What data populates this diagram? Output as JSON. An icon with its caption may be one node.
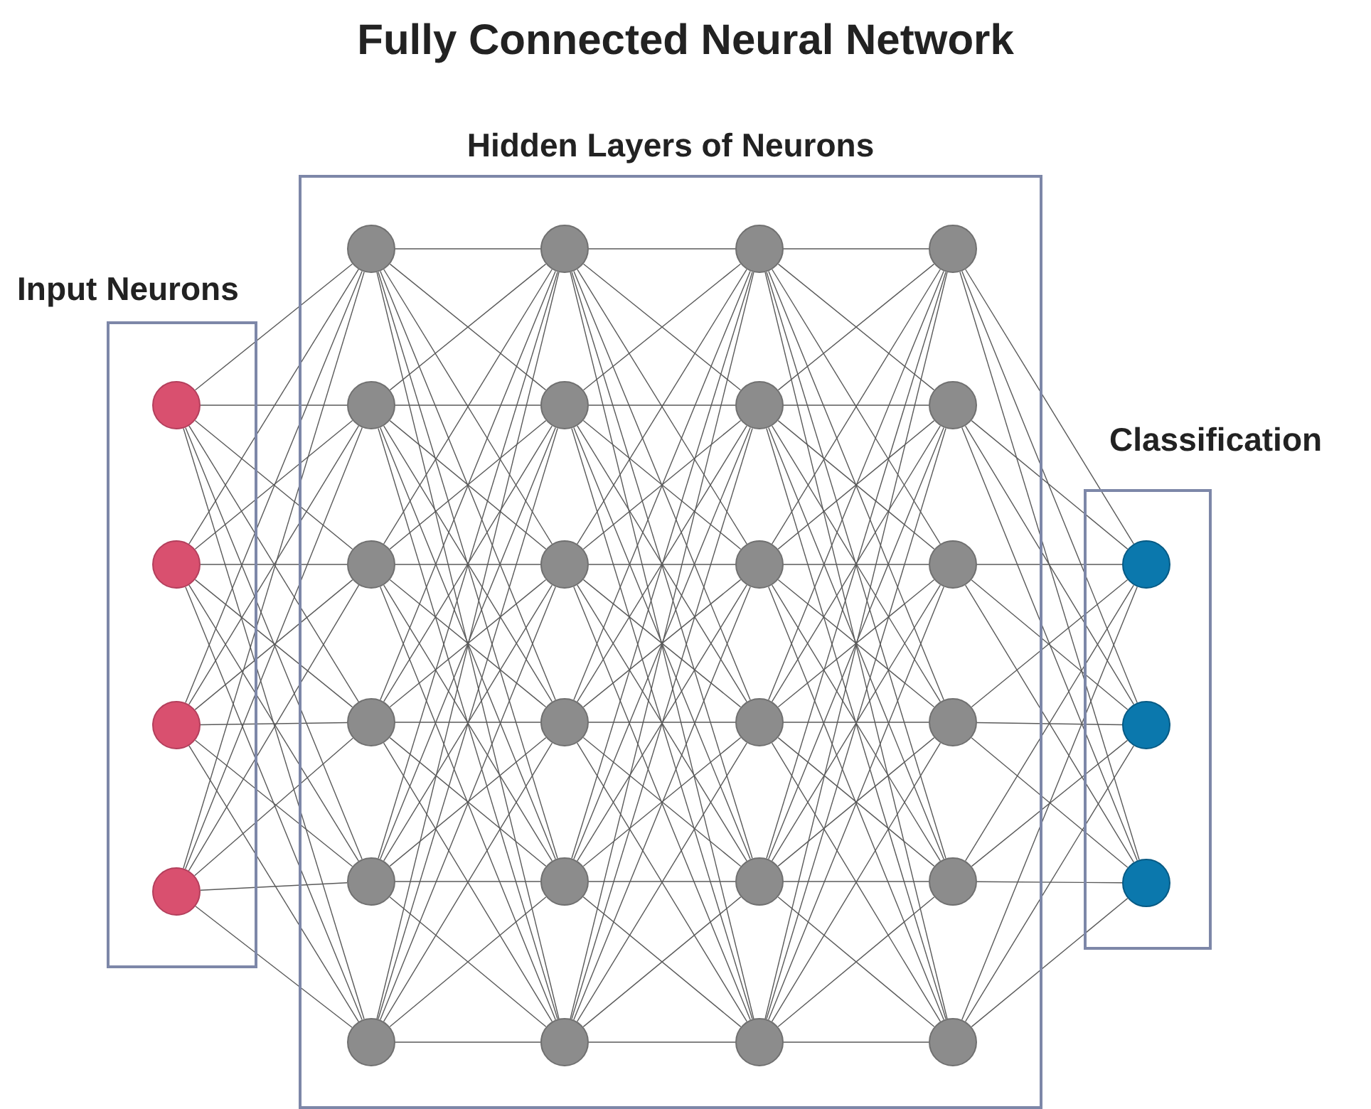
{
  "diagram": {
    "title": "Fully Connected Neural Network",
    "nodes": [
      {
        "text": [
          "Input Neurons"
        ]
      },
      {
        "text": [],
        "shape": "circle",
        "in": 0
      },
      {
        "text": [],
        "shape": "circle",
        "in": 0
      },
      {
        "text": [],
        "shape": "circle",
        "in": 0
      },
      {
        "text": [],
        "shape": "circle",
        "in": 0
      },
      {
        "text": [
          "Hidden Layers of Neurons"
        ]
      },
      {
        "text": [],
        "shape": "circle",
        "in": 5
      },
      {
        "text": [],
        "shape": "circle",
        "in": 5
      },
      {
        "text": [],
        "shape": "circle",
        "in": 5
      },
      {
        "text": [],
        "shape": "circle",
        "in": 5
      },
      {
        "text": [],
        "shape": "circle",
        "in": 5
      },
      {
        "text": [],
        "shape": "circle",
        "in": 5
      },
      {
        "text": [],
        "shape": "circle",
        "in": 5
      },
      {
        "text": [],
        "shape": "circle",
        "in": 5
      },
      {
        "text": [],
        "shape": "circle",
        "in": 5
      },
      {
        "text": [],
        "shape": "circle",
        "in": 5
      },
      {
        "text": [],
        "shape": "circle",
        "in": 5
      },
      {
        "text": [],
        "shape": "circle",
        "in": 5
      },
      {
        "text": [],
        "shape": "circle",
        "in": 5
      },
      {
        "text": [],
        "shape": "circle",
        "in": 5
      },
      {
        "text": [],
        "shape": "circle",
        "in": 5
      },
      {
        "text": [],
        "shape": "circle",
        "in": 5
      },
      {
        "text": [],
        "shape": "circle",
        "in": 5
      },
      {
        "text": [],
        "shape": "circle",
        "in": 5
      },
      {
        "text": [],
        "shape": "circle",
        "in": 5
      },
      {
        "text": [],
        "shape": "circle",
        "in": 5
      },
      {
        "text": [],
        "shape": "circle",
        "in": 5
      },
      {
        "text": [],
        "shape": "circle",
        "in": 5
      },
      {
        "text": [],
        "shape": "circle",
        "in": 5
      },
      {
        "text": [],
        "shape": "circle",
        "in": 5
      },
      {
        "text": [
          "Classification"
        ]
      },
      {
        "text": [],
        "shape": "circle",
        "in": 30
      },
      {
        "text": [],
        "shape": "circle",
        "in": 30
      },
      {
        "text": [],
        "shape": "circle",
        "in": 30
      }
    ],
    "edges": [
      {
        "from": 1,
        "to": 6,
        "arrow": "none"
      },
      {
        "from": 1,
        "to": 7,
        "arrow": "none"
      },
      {
        "from": 1,
        "to": 8,
        "arrow": "none"
      },
      {
        "from": 1,
        "to": 9,
        "arrow": "none"
      },
      {
        "from": 1,
        "to": 10,
        "arrow": "none"
      },
      {
        "from": 1,
        "to": 11,
        "arrow": "none"
      },
      {
        "from": 2,
        "to": 6,
        "arrow": "none"
      },
      {
        "from": 2,
        "to": 7,
        "arrow": "none"
      },
      {
        "from": 2,
        "to": 8,
        "arrow": "none"
      },
      {
        "from": 2,
        "to": 9,
        "arrow": "none"
      },
      {
        "from": 2,
        "to": 10,
        "arrow": "none"
      },
      {
        "from": 2,
        "to": 11,
        "arrow": "none"
      },
      {
        "from": 3,
        "to": 6,
        "arrow": "none"
      },
      {
        "from": 3,
        "to": 7,
        "arrow": "none"
      },
      {
        "from": 3,
        "to": 8,
        "arrow": "none"
      },
      {
        "from": 3,
        "to": 9,
        "arrow": "none"
      },
      {
        "from": 3,
        "to": 10,
        "arrow": "none"
      },
      {
        "from": 3,
        "to": 11,
        "arrow": "none"
      },
      {
        "from": 4,
        "to": 6,
        "arrow": "none"
      },
      {
        "from": 4,
        "to": 7,
        "arrow": "none"
      },
      {
        "from": 4,
        "to": 8,
        "arrow": "none"
      },
      {
        "from": 4,
        "to": 9,
        "arrow": "none"
      },
      {
        "from": 4,
        "to": 10,
        "arrow": "none"
      },
      {
        "from": 4,
        "to": 11,
        "arrow": "none"
      },
      {
        "from": 6,
        "to": 12,
        "arrow": "none"
      },
      {
        "from": 6,
        "to": 13,
        "arrow": "none"
      },
      {
        "from": 6,
        "to": 14,
        "arrow": "none"
      },
      {
        "from": 6,
        "to": 15,
        "arrow": "none"
      },
      {
        "from": 6,
        "to": 16,
        "arrow": "none"
      },
      {
        "from": 6,
        "to": 17,
        "arrow": "none"
      },
      {
        "from": 7,
        "to": 12,
        "arrow": "none"
      },
      {
        "from": 7,
        "to": 13,
        "arrow": "none"
      },
      {
        "from": 7,
        "to": 14,
        "arrow": "none"
      },
      {
        "from": 7,
        "to": 15,
        "arrow": "none"
      },
      {
        "from": 7,
        "to": 16,
        "arrow": "none"
      },
      {
        "from": 7,
        "to": 17,
        "arrow": "none"
      },
      {
        "from": 8,
        "to": 12,
        "arrow": "none"
      },
      {
        "from": 8,
        "to": 13,
        "arrow": "none"
      },
      {
        "from": 8,
        "to": 14,
        "arrow": "none"
      },
      {
        "from": 8,
        "to": 15,
        "arrow": "none"
      },
      {
        "from": 8,
        "to": 16,
        "arrow": "none"
      },
      {
        "from": 8,
        "to": 17,
        "arrow": "none"
      },
      {
        "from": 9,
        "to": 12,
        "arrow": "none"
      },
      {
        "from": 9,
        "to": 13,
        "arrow": "none"
      },
      {
        "from": 9,
        "to": 14,
        "arrow": "none"
      },
      {
        "from": 9,
        "to": 15,
        "arrow": "none"
      },
      {
        "from": 9,
        "to": 16,
        "arrow": "none"
      },
      {
        "from": 9,
        "to": 17,
        "arrow": "none"
      },
      {
        "from": 10,
        "to": 12,
        "arrow": "none"
      },
      {
        "from": 10,
        "to": 13,
        "arrow": "none"
      },
      {
        "from": 10,
        "to": 14,
        "arrow": "none"
      },
      {
        "from": 10,
        "to": 15,
        "arrow": "none"
      },
      {
        "from": 10,
        "to": 16,
        "arrow": "none"
      },
      {
        "from": 10,
        "to": 17,
        "arrow": "none"
      },
      {
        "from": 11,
        "to": 12,
        "arrow": "none"
      },
      {
        "from": 11,
        "to": 13,
        "arrow": "none"
      },
      {
        "from": 11,
        "to": 14,
        "arrow": "none"
      },
      {
        "from": 11,
        "to": 15,
        "arrow": "none"
      },
      {
        "from": 11,
        "to": 16,
        "arrow": "none"
      },
      {
        "from": 11,
        "to": 17,
        "arrow": "none"
      },
      {
        "from": 12,
        "to": 18,
        "arrow": "none"
      },
      {
        "from": 12,
        "to": 19,
        "arrow": "none"
      },
      {
        "from": 12,
        "to": 20,
        "arrow": "none"
      },
      {
        "from": 12,
        "to": 21,
        "arrow": "none"
      },
      {
        "from": 12,
        "to": 22,
        "arrow": "none"
      },
      {
        "from": 12,
        "to": 23,
        "arrow": "none"
      },
      {
        "from": 13,
        "to": 18,
        "arrow": "none"
      },
      {
        "from": 13,
        "to": 19,
        "arrow": "none"
      },
      {
        "from": 13,
        "to": 20,
        "arrow": "none"
      },
      {
        "from": 13,
        "to": 21,
        "arrow": "none"
      },
      {
        "from": 13,
        "to": 22,
        "arrow": "none"
      },
      {
        "from": 13,
        "to": 23,
        "arrow": "none"
      },
      {
        "from": 14,
        "to": 18,
        "arrow": "none"
      },
      {
        "from": 14,
        "to": 19,
        "arrow": "none"
      },
      {
        "from": 14,
        "to": 20,
        "arrow": "none"
      },
      {
        "from": 14,
        "to": 21,
        "arrow": "none"
      },
      {
        "from": 14,
        "to": 22,
        "arrow": "none"
      },
      {
        "from": 14,
        "to": 23,
        "arrow": "none"
      },
      {
        "from": 15,
        "to": 18,
        "arrow": "none"
      },
      {
        "from": 15,
        "to": 19,
        "arrow": "none"
      },
      {
        "from": 15,
        "to": 20,
        "arrow": "none"
      },
      {
        "from": 15,
        "to": 21,
        "arrow": "none"
      },
      {
        "from": 15,
        "to": 22,
        "arrow": "none"
      },
      {
        "from": 15,
        "to": 23,
        "arrow": "none"
      },
      {
        "from": 16,
        "to": 18,
        "arrow": "none"
      },
      {
        "from": 16,
        "to": 19,
        "arrow": "none"
      },
      {
        "from": 16,
        "to": 20,
        "arrow": "none"
      },
      {
        "from": 16,
        "to": 21,
        "arrow": "none"
      },
      {
        "from": 16,
        "to": 22,
        "arrow": "none"
      },
      {
        "from": 16,
        "to": 23,
        "arrow": "none"
      },
      {
        "from": 17,
        "to": 18,
        "arrow": "none"
      },
      {
        "from": 17,
        "to": 19,
        "arrow": "none"
      },
      {
        "from": 17,
        "to": 20,
        "arrow": "none"
      },
      {
        "from": 17,
        "to": 21,
        "arrow": "none"
      },
      {
        "from": 17,
        "to": 22,
        "arrow": "none"
      },
      {
        "from": 17,
        "to": 23,
        "arrow": "none"
      },
      {
        "from": 18,
        "to": 24,
        "arrow": "none"
      },
      {
        "from": 18,
        "to": 25,
        "arrow": "none"
      },
      {
        "from": 18,
        "to": 26,
        "arrow": "none"
      },
      {
        "from": 18,
        "to": 27,
        "arrow": "none"
      },
      {
        "from": 18,
        "to": 28,
        "arrow": "none"
      },
      {
        "from": 18,
        "to": 29,
        "arrow": "none"
      },
      {
        "from": 19,
        "to": 24,
        "arrow": "none"
      },
      {
        "from": 19,
        "to": 25,
        "arrow": "none"
      },
      {
        "from": 19,
        "to": 26,
        "arrow": "none"
      },
      {
        "from": 19,
        "to": 27,
        "arrow": "none"
      },
      {
        "from": 19,
        "to": 28,
        "arrow": "none"
      },
      {
        "from": 19,
        "to": 29,
        "arrow": "none"
      },
      {
        "from": 20,
        "to": 24,
        "arrow": "none"
      },
      {
        "from": 20,
        "to": 25,
        "arrow": "none"
      },
      {
        "from": 20,
        "to": 26,
        "arrow": "none"
      },
      {
        "from": 20,
        "to": 27,
        "arrow": "none"
      },
      {
        "from": 20,
        "to": 28,
        "arrow": "none"
      },
      {
        "from": 20,
        "to": 29,
        "arrow": "none"
      },
      {
        "from": 21,
        "to": 24,
        "arrow": "none"
      },
      {
        "from": 21,
        "to": 25,
        "arrow": "none"
      },
      {
        "from": 21,
        "to": 26,
        "arrow": "none"
      },
      {
        "from": 21,
        "to": 27,
        "arrow": "none"
      },
      {
        "from": 21,
        "to": 28,
        "arrow": "none"
      },
      {
        "from": 21,
        "to": 29,
        "arrow": "none"
      },
      {
        "from": 22,
        "to": 24,
        "arrow": "none"
      },
      {
        "from": 22,
        "to": 25,
        "arrow": "none"
      },
      {
        "from": 22,
        "to": 26,
        "arrow": "none"
      },
      {
        "from": 22,
        "to": 27,
        "arrow": "none"
      },
      {
        "from": 22,
        "to": 28,
        "arrow": "none"
      },
      {
        "from": 22,
        "to": 29,
        "arrow": "none"
      },
      {
        "from": 23,
        "to": 24,
        "arrow": "none"
      },
      {
        "from": 23,
        "to": 25,
        "arrow": "none"
      },
      {
        "from": 23,
        "to": 26,
        "arrow": "none"
      },
      {
        "from": 23,
        "to": 27,
        "arrow": "none"
      },
      {
        "from": 23,
        "to": 28,
        "arrow": "none"
      },
      {
        "from": 23,
        "to": 29,
        "arrow": "none"
      },
      {
        "from": 24,
        "to": 31,
        "arrow": "none"
      },
      {
        "from": 24,
        "to": 32,
        "arrow": "none"
      },
      {
        "from": 24,
        "to": 33,
        "arrow": "none"
      },
      {
        "from": 25,
        "to": 31,
        "arrow": "none"
      },
      {
        "from": 25,
        "to": 32,
        "arrow": "none"
      },
      {
        "from": 25,
        "to": 33,
        "arrow": "none"
      },
      {
        "from": 26,
        "to": 31,
        "arrow": "none"
      },
      {
        "from": 26,
        "to": 32,
        "arrow": "none"
      },
      {
        "from": 26,
        "to": 33,
        "arrow": "none"
      },
      {
        "from": 27,
        "to": 31,
        "arrow": "none"
      },
      {
        "from": 27,
        "to": 32,
        "arrow": "none"
      },
      {
        "from": 27,
        "to": 33,
        "arrow": "none"
      },
      {
        "from": 28,
        "to": 31,
        "arrow": "none"
      },
      {
        "from": 28,
        "to": 32,
        "arrow": "none"
      },
      {
        "from": 28,
        "to": 33,
        "arrow": "none"
      },
      {
        "from": 29,
        "to": 31,
        "arrow": "none"
      },
      {
        "from": 29,
        "to": 32,
        "arrow": "none"
      },
      {
        "from": 29,
        "to": 33,
        "arrow": "none"
      }
    ]
  }
}
